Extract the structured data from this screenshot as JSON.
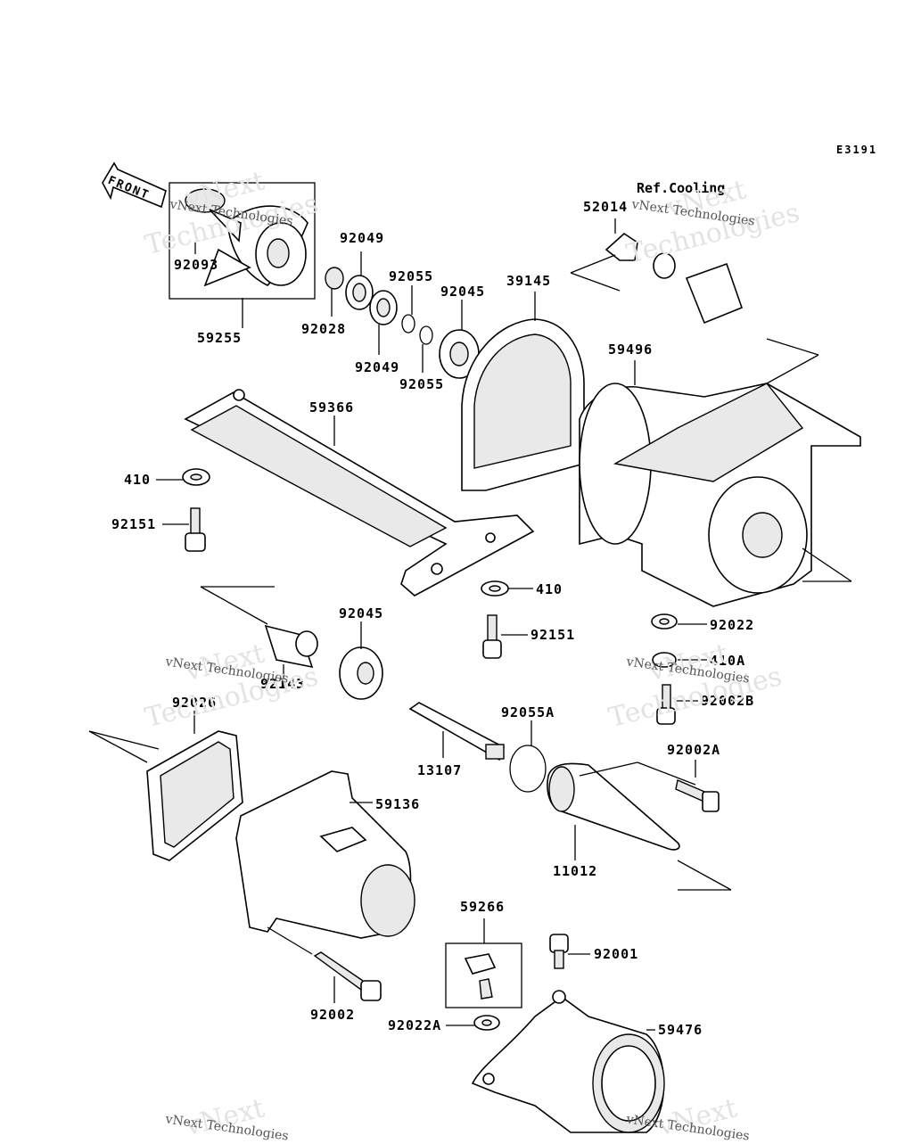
{
  "diagram_code": "E3191",
  "ref_label": "Ref.Cooling",
  "front_label": "FRONT",
  "watermark": {
    "line1": "vNext",
    "line2": "Technologies",
    "full": "vNext Technologies"
  },
  "parts": {
    "p92093": "92093",
    "p59255": "59255",
    "p92049a": "92049",
    "p92028": "92028",
    "p92049b": "92049",
    "p92055a": "92055",
    "p92055b": "92055",
    "p92045a": "92045",
    "p39145": "39145",
    "p52014": "52014",
    "p59496": "59496",
    "p59366": "59366",
    "p410a": "410",
    "p92151a": "92151",
    "p410b": "410",
    "p92151b": "92151",
    "p92022": "92022",
    "p410A": "410A",
    "p92002B": "92002B",
    "p92045b": "92045",
    "p92143": "92143",
    "p92026": "92026",
    "p92055A": "92055A",
    "p13107": "13107",
    "p92002A": "92002A",
    "p59136": "59136",
    "p11012": "11012",
    "p59266": "59266",
    "p92001": "92001",
    "p92002": "92002",
    "p92022A": "92022A",
    "p59476": "59476"
  }
}
